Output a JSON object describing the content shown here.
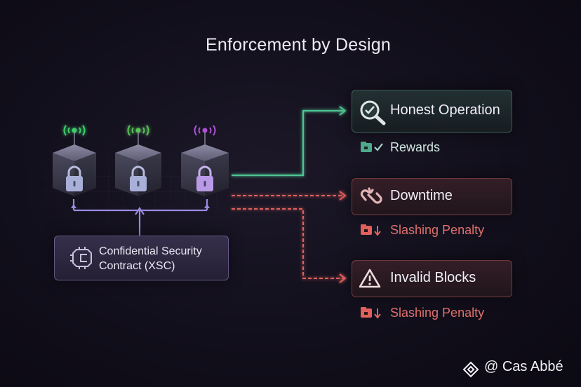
{
  "title": "Enforcement by Design",
  "contract": {
    "label": "Confidential Security Contract (XSC)"
  },
  "outcomes": [
    {
      "label": "Honest Operation",
      "icon": "magnifier-check-icon",
      "result": "Rewards",
      "result_icon": "wallet-check-icon",
      "color": "#4fc492"
    },
    {
      "label": "Downtime",
      "icon": "broken-link-icon",
      "result": "Slashing Penalty",
      "result_icon": "wallet-down-arrow-icon",
      "color": "#e0615c"
    },
    {
      "label": "Invalid Blocks",
      "icon": "warning-triangle-icon",
      "result": "Slashing Penalty",
      "result_icon": "wallet-down-arrow-icon",
      "color": "#e0615c"
    }
  ],
  "nodes": [
    {
      "icon": "locked-node-icon",
      "signal_color": "#3ecf6a",
      "lock_color": "#a9b0d8"
    },
    {
      "icon": "locked-node-icon",
      "signal_color": "#58c25a",
      "lock_color": "#a9b0d8"
    },
    {
      "icon": "locked-node-icon",
      "signal_color": "#b24fd6",
      "lock_color": "#b99ae6"
    }
  ],
  "watermark": "@ Cas Abbé",
  "colors": {
    "background": "#120f1c",
    "accent": "#8f7fd6",
    "positive": "#4fc492",
    "negative": "#e0615c"
  }
}
